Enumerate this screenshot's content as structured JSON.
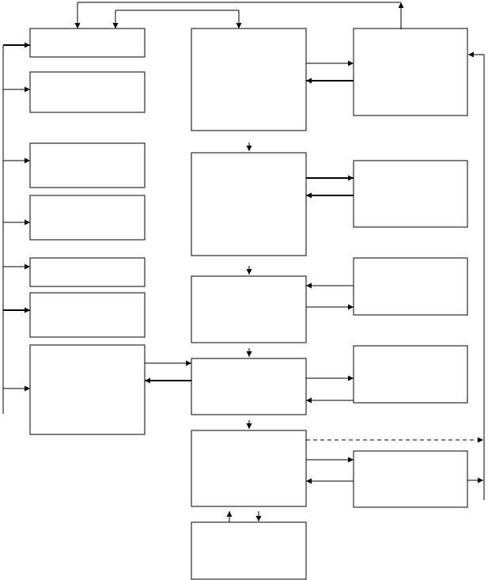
{
  "diagram": {
    "boxes": [
      {
        "id": "left-1",
        "label": ""
      },
      {
        "id": "left-2",
        "label": ""
      },
      {
        "id": "left-3",
        "label": ""
      },
      {
        "id": "left-4",
        "label": ""
      },
      {
        "id": "left-5",
        "label": ""
      },
      {
        "id": "left-6",
        "label": ""
      },
      {
        "id": "left-7",
        "label": ""
      },
      {
        "id": "center-1",
        "label": ""
      },
      {
        "id": "center-2",
        "label": ""
      },
      {
        "id": "center-3",
        "label": ""
      },
      {
        "id": "center-4",
        "label": ""
      },
      {
        "id": "center-5",
        "label": ""
      },
      {
        "id": "center-6",
        "label": ""
      },
      {
        "id": "right-1",
        "label": ""
      },
      {
        "id": "right-2",
        "label": ""
      },
      {
        "id": "right-3",
        "label": ""
      },
      {
        "id": "right-4",
        "label": ""
      },
      {
        "id": "right-5",
        "label": ""
      }
    ],
    "connections": [
      {
        "from": "center-1",
        "to": "right-1",
        "style": "solid"
      },
      {
        "from": "right-1",
        "to": "center-1",
        "style": "solid"
      },
      {
        "from": "center-2",
        "to": "right-2",
        "style": "solid"
      },
      {
        "from": "right-2",
        "to": "center-2",
        "style": "solid"
      },
      {
        "from": "right-3",
        "to": "center-3",
        "style": "solid"
      },
      {
        "from": "center-3",
        "to": "right-3",
        "style": "solid"
      },
      {
        "from": "center-4",
        "to": "right-4",
        "style": "solid"
      },
      {
        "from": "right-4",
        "to": "center-4",
        "style": "solid"
      },
      {
        "from": "center-5",
        "to": "right-5",
        "style": "solid"
      },
      {
        "from": "right-5",
        "to": "center-5",
        "style": "solid"
      },
      {
        "from": "left-7",
        "to": "center-4",
        "style": "solid"
      },
      {
        "from": "center-4",
        "to": "left-7",
        "style": "solid"
      },
      {
        "from": "center-1",
        "to": "center-2",
        "style": "solid"
      },
      {
        "from": "center-2",
        "to": "center-3",
        "style": "solid"
      },
      {
        "from": "center-3",
        "to": "center-4",
        "style": "solid"
      },
      {
        "from": "center-4",
        "to": "center-5",
        "style": "solid"
      },
      {
        "from": "center-5",
        "to": "center-6",
        "style": "solid"
      },
      {
        "from": "center-6",
        "to": "center-5",
        "style": "solid"
      },
      {
        "from": "center-5",
        "to": "right-bus",
        "style": "dashed"
      },
      {
        "from": "right-5",
        "to": "right-bus",
        "style": "solid"
      },
      {
        "from": "right-bus",
        "to": "right-1",
        "style": "solid"
      },
      {
        "from": "right-1",
        "to": "left-1",
        "style": "solid"
      },
      {
        "from": "center-1",
        "to": "left-1",
        "style": "solid"
      },
      {
        "from": "left-bus",
        "to": "left-1",
        "style": "solid"
      },
      {
        "from": "left-bus",
        "to": "left-2",
        "style": "solid"
      },
      {
        "from": "left-bus",
        "to": "left-3",
        "style": "solid"
      },
      {
        "from": "left-bus",
        "to": "left-4",
        "style": "solid"
      },
      {
        "from": "left-bus",
        "to": "left-5",
        "style": "solid"
      },
      {
        "from": "left-bus",
        "to": "left-6",
        "style": "solid"
      },
      {
        "from": "left-bus",
        "to": "left-7",
        "style": "solid"
      }
    ],
    "colors": {
      "stroke": "#000000",
      "fill": "#ffffff"
    }
  }
}
